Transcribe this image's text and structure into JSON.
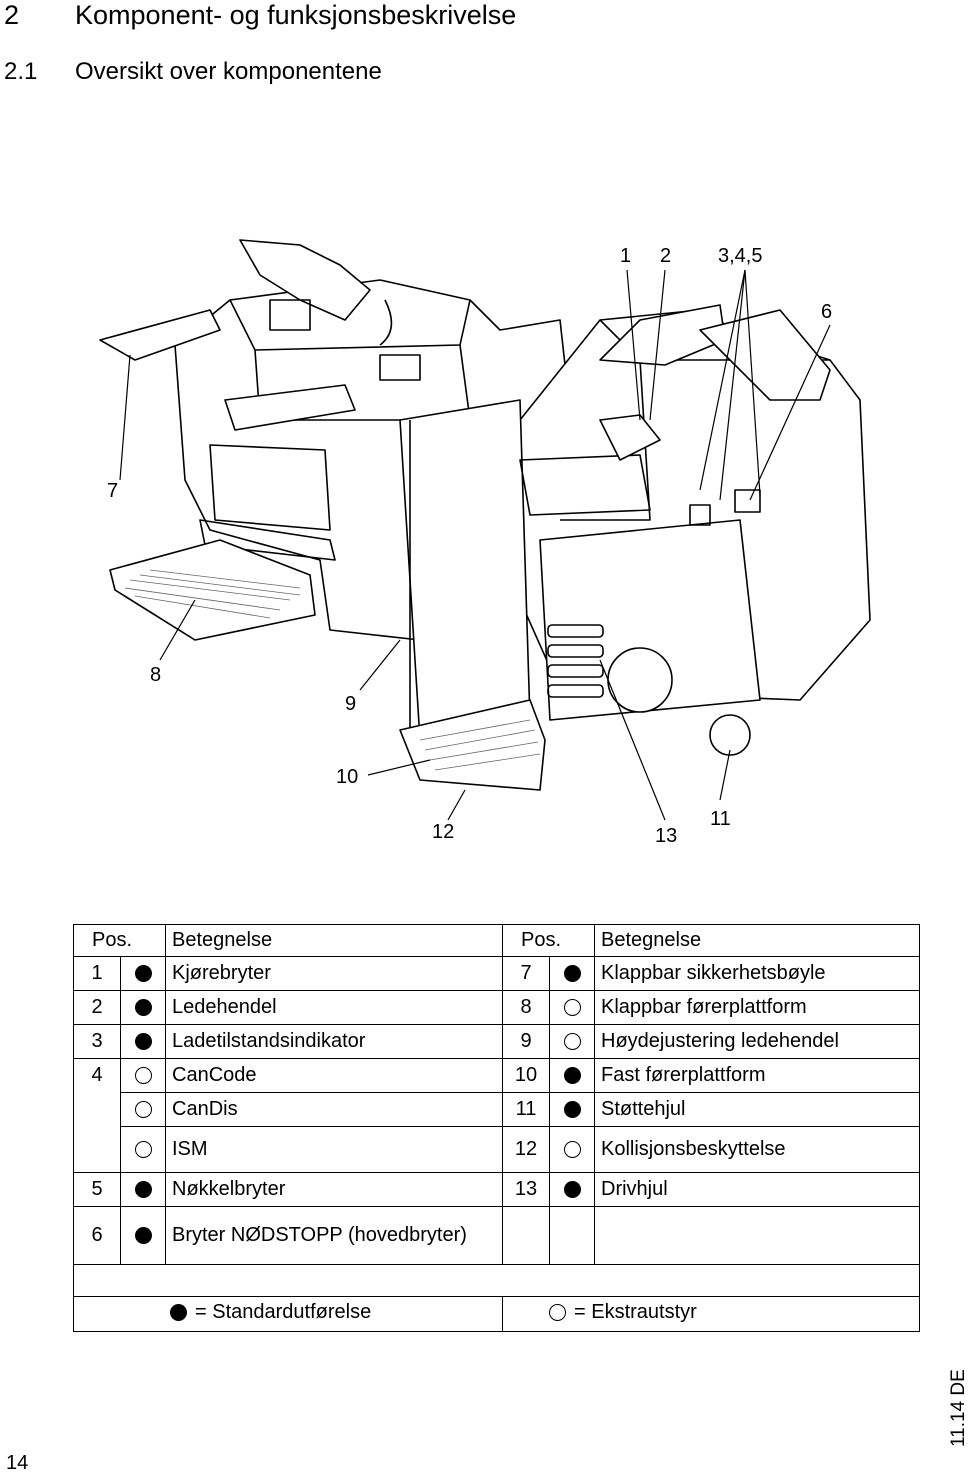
{
  "heading": {
    "number": "2",
    "title": "Komponent- og funksjonsbeskrivelse"
  },
  "subheading": {
    "number": "2.1",
    "title": "Oversikt over komponentene"
  },
  "callouts": [
    "1",
    "2",
    "3,4,5",
    "6",
    "7",
    "8",
    "9",
    "10",
    "12",
    "13",
    "11"
  ],
  "table": {
    "header": {
      "pos": "Pos.",
      "name": "Betegnelse",
      "pos2": "Pos.",
      "name2": "Betegnelse"
    },
    "rows": [
      {
        "pos": "1",
        "type": "std",
        "name": "Kjørebryter",
        "pos2": "7",
        "type2": "std",
        "name2": "Klappbar sikkerhetsbøyle"
      },
      {
        "pos": "2",
        "type": "std",
        "name": "Ledehendel",
        "pos2": "8",
        "type2": "opt",
        "name2": "Klappbar førerplattform"
      },
      {
        "pos": "3",
        "type": "std",
        "name": "Ladetilstandsindikator",
        "pos2": "9",
        "type2": "opt",
        "name2": "Høydejustering ledehendel"
      },
      {
        "pos": "4",
        "type": "opt",
        "name": "CanCode",
        "pos2": "10",
        "type2": "std",
        "name2": "Fast førerplattform"
      },
      {
        "pos": "",
        "type": "opt",
        "name": "CanDis",
        "pos2": "11",
        "type2": "std",
        "name2": "Støttehjul"
      },
      {
        "pos": "",
        "type": "opt",
        "name": "ISM",
        "pos2": "12",
        "type2": "opt",
        "name2": "Kollisjonsbeskyttelse"
      },
      {
        "pos": "5",
        "type": "std",
        "name": "Nøkkelbryter",
        "pos2": "13",
        "type2": "std",
        "name2": "Drivhjul"
      },
      {
        "pos": "6",
        "type": "std",
        "name": "Bryter NØDSTOPP (hovedbryter)",
        "pos2": "",
        "type2": "",
        "name2": ""
      }
    ],
    "key": {
      "standard": "= Standardutførelse",
      "optional": "= Ekstrautstyr"
    }
  },
  "footer": {
    "page_number": "14",
    "edition": "11.14 DE"
  }
}
